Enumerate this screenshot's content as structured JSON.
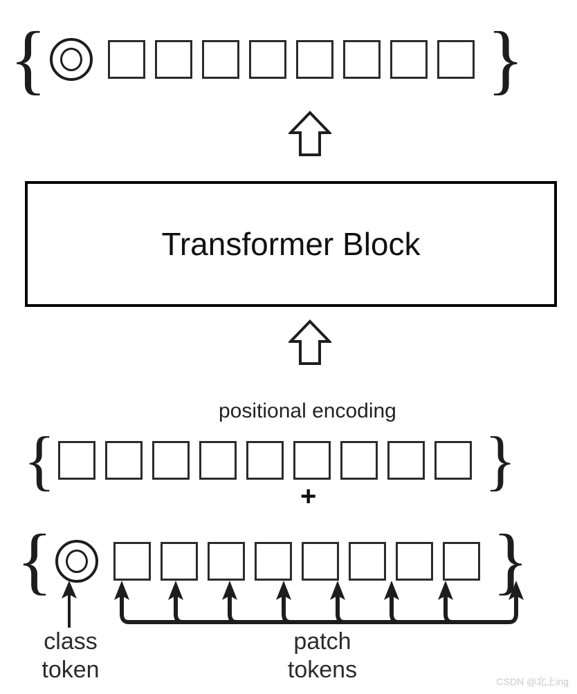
{
  "figure": {
    "title": "Vision Transformer token flow diagram",
    "background_color": "#ffffff",
    "stroke_color": "#1d1d1d"
  },
  "output_row": {
    "name": "transformer output tokens",
    "left_brace": "{",
    "right_brace": "}",
    "has_class_token": true,
    "class_token_icon": "double-circle-icon",
    "patch_count": 8
  },
  "arrows": {
    "up_arrow_top": "block-arrow-up-icon",
    "up_arrow_bottom": "block-arrow-up-icon"
  },
  "transformer": {
    "label": "Transformer Block"
  },
  "positional_row": {
    "name": "positional encoding tokens",
    "label": "positional encoding",
    "left_brace": "{",
    "right_brace": "}",
    "has_class_token": false,
    "patch_count": 9
  },
  "operator": {
    "plus": "+"
  },
  "input_row": {
    "name": "input embedding tokens",
    "left_brace": "{",
    "right_brace": "}",
    "has_class_token": true,
    "class_token_icon": "double-circle-icon",
    "patch_count": 8
  },
  "legend": {
    "class_token_label": "class\ntoken",
    "patch_tokens_label": "patch\ntokens",
    "patch_arrow_count": 8,
    "class_arrow_count": 1
  },
  "watermark": {
    "text": "CSDN @北上ing"
  }
}
